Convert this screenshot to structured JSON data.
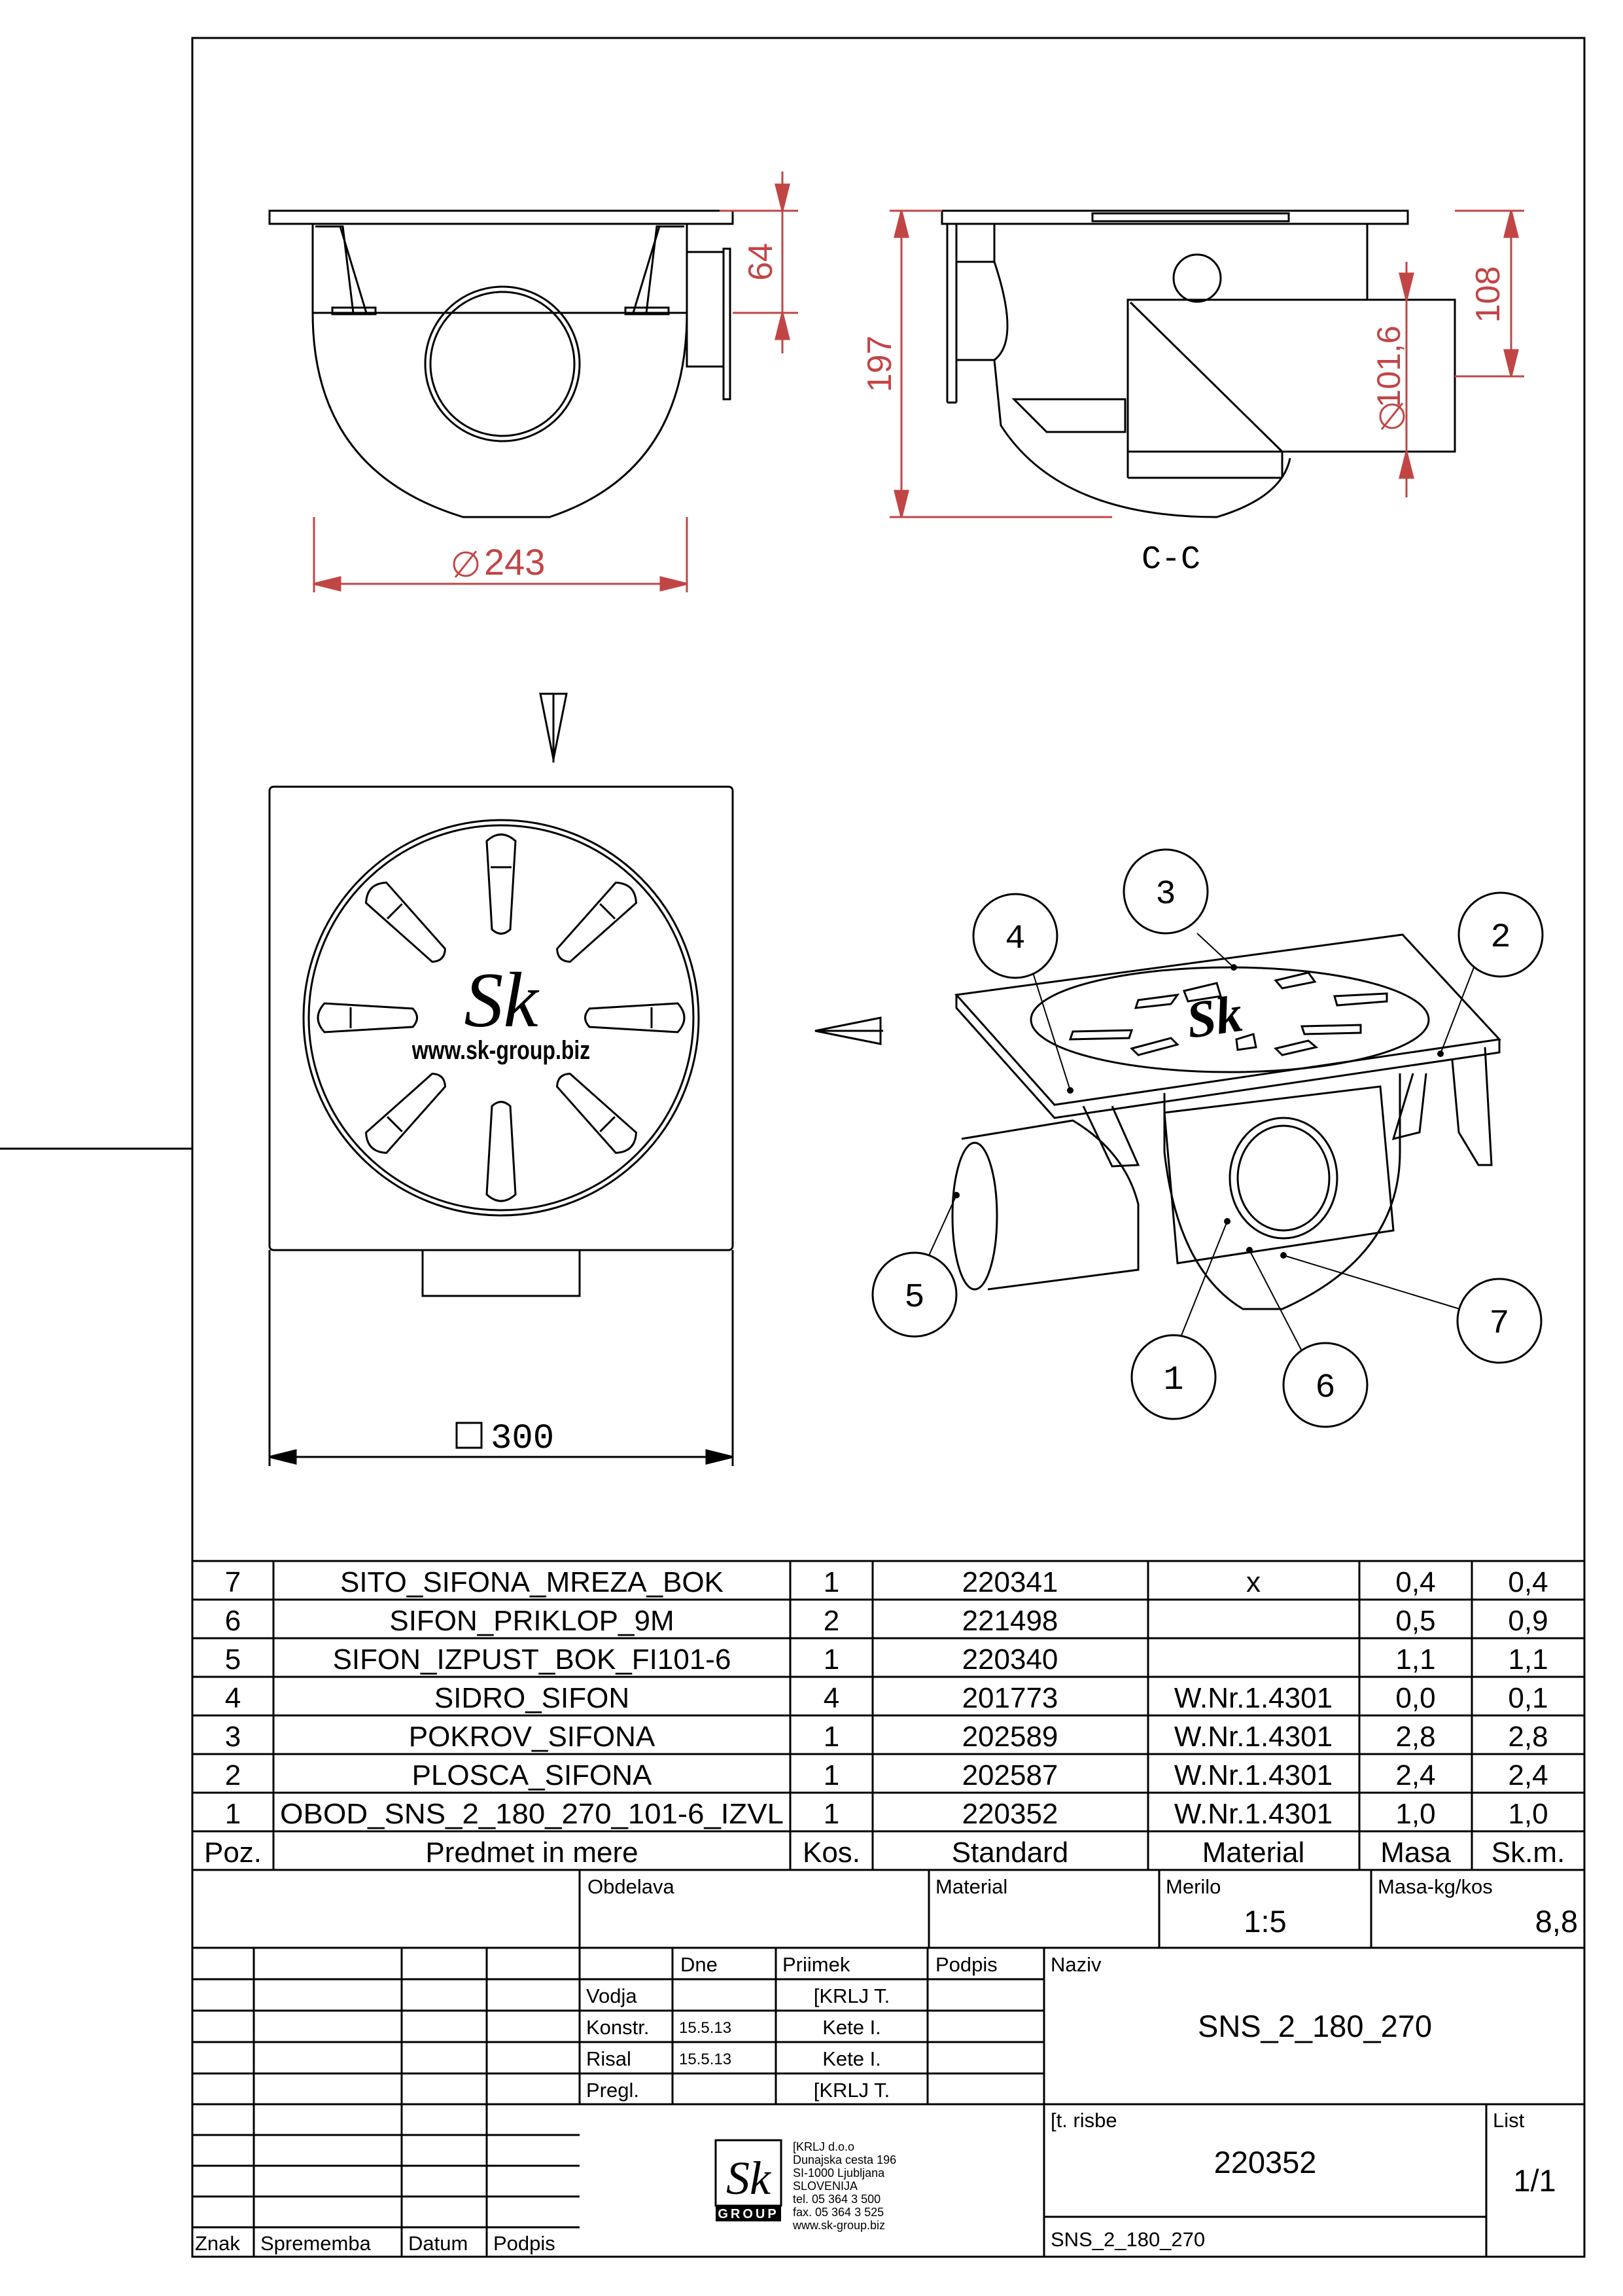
{
  "colors": {
    "line": "#000000",
    "dimension": "#c24545",
    "background": "#ffffff"
  },
  "dimensions": {
    "d243": "243",
    "h64": "64",
    "h197": "197",
    "d101": "101,6",
    "h108": "108",
    "sq300": "300"
  },
  "section_label": "C-C",
  "logo": {
    "text": "Sk",
    "url": "www.sk-group.biz"
  },
  "balloons": [
    "1",
    "2",
    "3",
    "4",
    "5",
    "6",
    "7"
  ],
  "bom": {
    "headers": [
      "Poz.",
      "Predmet in mere",
      "Kos.",
      "Standard",
      "Material",
      "Masa",
      "Sk.m."
    ],
    "rows": [
      [
        "7",
        "SITO_SIFONA_MREZA_BOK",
        "1",
        "220341",
        "x",
        "0,4",
        "0,4"
      ],
      [
        "6",
        "SIFON_PRIKLOP_9M",
        "2",
        "221498",
        "",
        "0,5",
        "0,9"
      ],
      [
        "5",
        "SIFON_IZPUST_BOK_FI101-6",
        "1",
        "220340",
        "",
        "1,1",
        "1,1"
      ],
      [
        "4",
        "SIDRO_SIFON",
        "4",
        "201773",
        "W.Nr.1.4301",
        "0,0",
        "0,1"
      ],
      [
        "3",
        "POKROV_SIFONA",
        "1",
        "202589",
        "W.Nr.1.4301",
        "2,8",
        "2,8"
      ],
      [
        "2",
        "PLOSCA_SIFONA",
        "1",
        "202587",
        "W.Nr.1.4301",
        "2,4",
        "2,4"
      ],
      [
        "1",
        "OBOD_SNS_2_180_270_101-6_IZVL",
        "1",
        "220352",
        "W.Nr.1.4301",
        "1,0",
        "1,0"
      ]
    ]
  },
  "titleblock": {
    "obdelava": "Obdelava",
    "material": "Material",
    "merilo_label": "Merilo",
    "merilo_value": "1:5",
    "masa_label": "Masa-kg/kos",
    "masa_value": "8,8",
    "dne": "Dne",
    "priimek": "Priimek",
    "podpis": "Podpis",
    "naziv_label": "Naziv",
    "naziv_value": "SNS_2_180_270",
    "roles": [
      {
        "role": "Vodja",
        "date": "",
        "name": "[KRLJ T."
      },
      {
        "role": "Konstr.",
        "date": "15.5.13",
        "name": "Kete I."
      },
      {
        "role": "Risal",
        "date": "15.5.13",
        "name": "Kete I."
      },
      {
        "role": "Pregl.",
        "date": "",
        "name": "[KRLJ T."
      }
    ],
    "revision_headers": [
      "Znak",
      "Sprememba",
      "Datum",
      "Podpis"
    ],
    "company": [
      "[KRLJ d.o.o",
      "Dunajska cesta 196",
      "SI-1000 Ljubljana",
      "SLOVENIJA",
      "tel. 05 364 3 500",
      "fax. 05 364 3 525",
      "www.sk-group.biz"
    ],
    "logo_caption": "GROUP",
    "st_risbe_label": "[t. risbe",
    "st_risbe_value": "220352",
    "list_label": "List",
    "list_value": "1/1",
    "bottom_name": "SNS_2_180_270"
  }
}
